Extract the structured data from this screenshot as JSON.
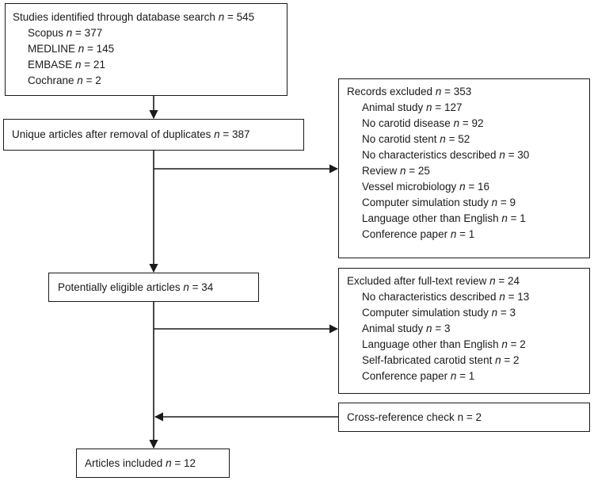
{
  "boxes": {
    "identified": {
      "lines": [
        {
          "text": "Studies identified through database search ",
          "n": "n",
          "value": " = 545"
        },
        {
          "text": "Scopus ",
          "n": "n",
          "value": " = 377"
        },
        {
          "text": "MEDLINE ",
          "n": "n",
          "value": " = 145"
        },
        {
          "text": "EMBASE ",
          "n": "n",
          "value": " = 21"
        },
        {
          "text": "Cochrane ",
          "n": "n",
          "value": " = 2"
        }
      ]
    },
    "unique": {
      "lines": [
        {
          "text": "Unique articles after removal of duplicates ",
          "n": "n",
          "value": " = 387"
        }
      ]
    },
    "records_excluded": {
      "lines": [
        {
          "text": "Records excluded ",
          "n": "n",
          "value": " = 353"
        },
        {
          "text": "Animal study ",
          "n": "n",
          "value": " = 127"
        },
        {
          "text": "No carotid disease ",
          "n": "n",
          "value": " = 92"
        },
        {
          "text": "No carotid stent ",
          "n": "n",
          "value": " = 52"
        },
        {
          "text": "No characteristics described ",
          "n": "n",
          "value": " = 30"
        },
        {
          "text": "Review ",
          "n": "n",
          "value": " = 25"
        },
        {
          "text": "Vessel microbiology ",
          "n": "n",
          "value": " = 16"
        },
        {
          "text": "Computer simulation study ",
          "n": "n",
          "value": " = 9"
        },
        {
          "text": "Language other than English ",
          "n": "n",
          "value": " = 1"
        },
        {
          "text": "Conference paper ",
          "n": "n",
          "value": " = 1"
        }
      ]
    },
    "eligible": {
      "lines": [
        {
          "text": "Potentially eligible articles ",
          "n": "n",
          "value": " = 34"
        }
      ]
    },
    "fulltext_excluded": {
      "lines": [
        {
          "text": "Excluded after full-text review ",
          "n": "n",
          "value": " = 24"
        },
        {
          "text": "No characteristics described ",
          "n": "n",
          "value": " = 13"
        },
        {
          "text": "Computer simulation study ",
          "n": "n",
          "value": " = 3"
        },
        {
          "text": "Animal study ",
          "n": "n",
          "value": " = 3"
        },
        {
          "text": "Language other than English ",
          "n": "n",
          "value": " = 2"
        },
        {
          "text": "Self-fabricated carotid stent ",
          "n": "n",
          "value": " = 2"
        },
        {
          "text": "Conference paper ",
          "n": "n",
          "value": " = 1"
        }
      ]
    },
    "cross_reference": {
      "lines": [
        {
          "text": "Cross-reference check ",
          "n": "n",
          "value": " = 2"
        }
      ]
    },
    "included": {
      "lines": [
        {
          "text": "Articles included ",
          "n": "n",
          "value": " = 12"
        }
      ]
    }
  },
  "colors": {
    "stroke": "#1a1a1a",
    "background": "#ffffff",
    "text": "#1a1a1a"
  }
}
